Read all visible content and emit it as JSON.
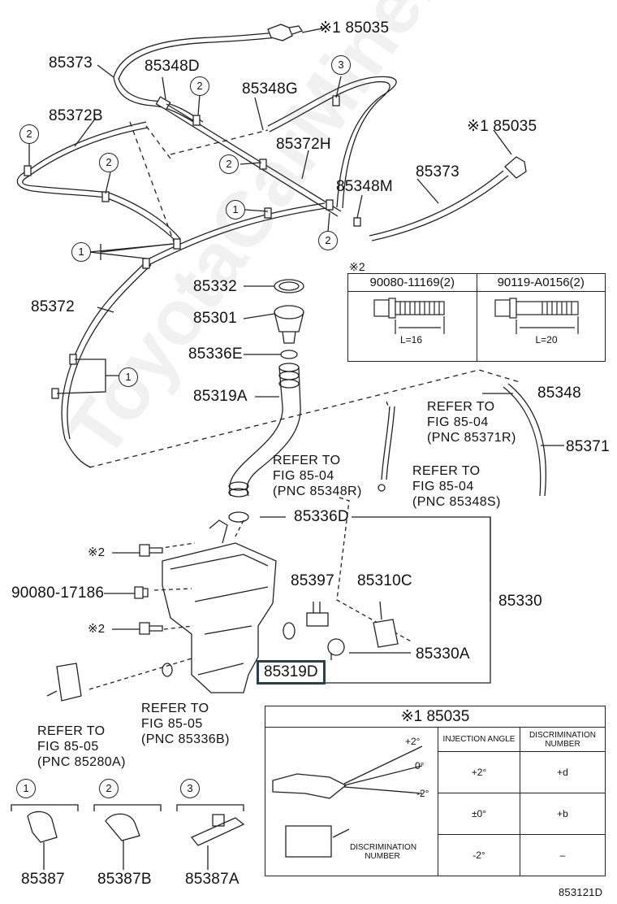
{
  "labels": {
    "p85035_top": "85035",
    "p85373_a": "85373",
    "p85348D": "85348D",
    "p85348G": "85348G",
    "p85372B": "85372B",
    "p85372H": "85372H",
    "p85348M": "85348M",
    "p85035_b": "85035",
    "p85373_b": "85373",
    "p85372": "85372",
    "p85332": "85332",
    "p85301": "85301",
    "p85336E": "85336E",
    "p85319A": "85319A",
    "p85348": "85348",
    "p85371": "85371",
    "p85336D": "85336D",
    "p90080_17186": "90080-17186",
    "p85397": "85397",
    "p85310C": "85310C",
    "p85330": "85330",
    "p85330A": "85330A",
    "p85319D": "85319D",
    "p85387": "85387",
    "p85387B": "85387B",
    "p85387A": "85387A",
    "figure_code": "853121D"
  },
  "marks": {
    "note1": "※1",
    "note2": "※2",
    "n1": "1",
    "n2": "2",
    "n3": "3"
  },
  "refs": {
    "r_85371R": "REFER TO\nFIG 85-04\n(PNC 85371R)",
    "r_85348R": "REFER TO\nFIG 85-04\n(PNC 85348R)",
    "r_85348S": "REFER TO\nFIG 85-04\n(PNC 85348S)",
    "r_85336B": "REFER TO\nFIG 85-05\n(PNC 85336B)",
    "r_85280A": "REFER TO\nFIG 85-05\n(PNC 85280A)"
  },
  "bolt_table": {
    "header_mark": "※2",
    "col1": "90080-11169(2)",
    "col2": "90119-A0156(2)",
    "len1": "L=16",
    "len2": "L=20"
  },
  "nozzle_table": {
    "title_mark": "※1",
    "title_part": "85035",
    "col_injection": "INJECTION ANGLE",
    "col_discrimination": "DISCRIMINATION NUMBER",
    "rows": [
      {
        "angle": "+2°",
        "number": "+d"
      },
      {
        "angle": "±0°",
        "number": "+b"
      },
      {
        "angle": "-2°",
        "number": "–"
      }
    ],
    "angle_up": "+2°",
    "angle_zero": "0°",
    "angle_down": "-2°",
    "disc_label": "DISCRIMINATION NUMBER"
  },
  "watermark": "ToyotaCarMine.ru"
}
